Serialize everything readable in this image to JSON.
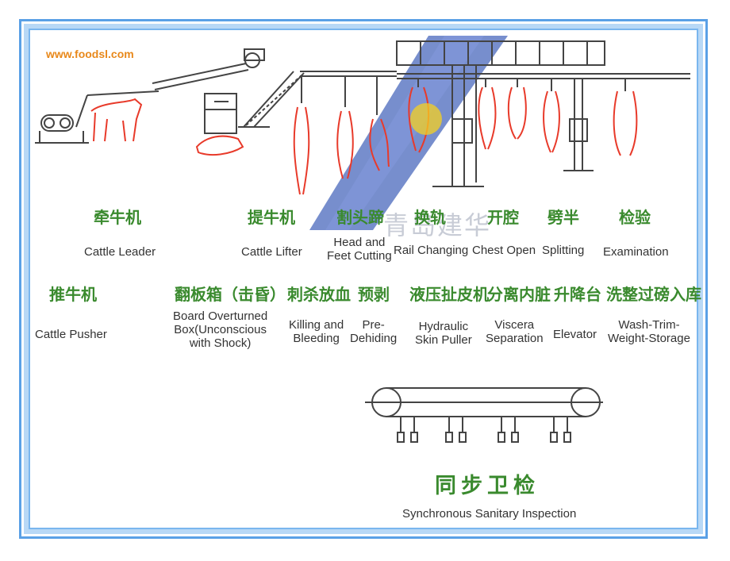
{
  "website": "www.foodsl.com",
  "watermark": "青岛建华",
  "stages_top": [
    {
      "cn": "牵牛机",
      "en": "Cattle Leader"
    },
    {
      "cn": "提牛机",
      "en": "Cattle Lifter"
    },
    {
      "cn": "割头蹄",
      "en": "Head and\nFeet Cutting"
    },
    {
      "cn": "换轨",
      "en": "Rail Changing"
    },
    {
      "cn": "开腔",
      "en": "Chest Open"
    },
    {
      "cn": "劈半",
      "en": "Splitting"
    },
    {
      "cn": "检验",
      "en": "Examination"
    }
  ],
  "stages_bottom": [
    {
      "cn": "推牛机",
      "en": "Cattle Pusher"
    },
    {
      "cn": "翻板箱（击昏）",
      "en": "Board Overturned\nBox(Unconscious\nwith Shock)"
    },
    {
      "cn": "刺杀放血",
      "en": "Killing and\nBleeding"
    },
    {
      "cn": "预剥",
      "en": "Pre-\nDehiding"
    },
    {
      "cn": "液压扯皮机",
      "en": "Hydraulic\nSkin Puller"
    },
    {
      "cn": "分离内脏",
      "en": "Viscera\nSeparation"
    },
    {
      "cn": "升降台",
      "en": "Elevator"
    },
    {
      "cn": "洗整过磅入库",
      "en": "Wash-Trim-\nWeight-Storage"
    }
  ],
  "sync_inspection": {
    "cn": "同步卫检",
    "en": "Synchronous Sanitary Inspection"
  },
  "colors": {
    "label_cn": "#3a8a2e",
    "cattle_outline": "#e83a2a",
    "machinery": "#444444",
    "logo": "#2a4fb0",
    "frame": "#5aa0e6"
  }
}
